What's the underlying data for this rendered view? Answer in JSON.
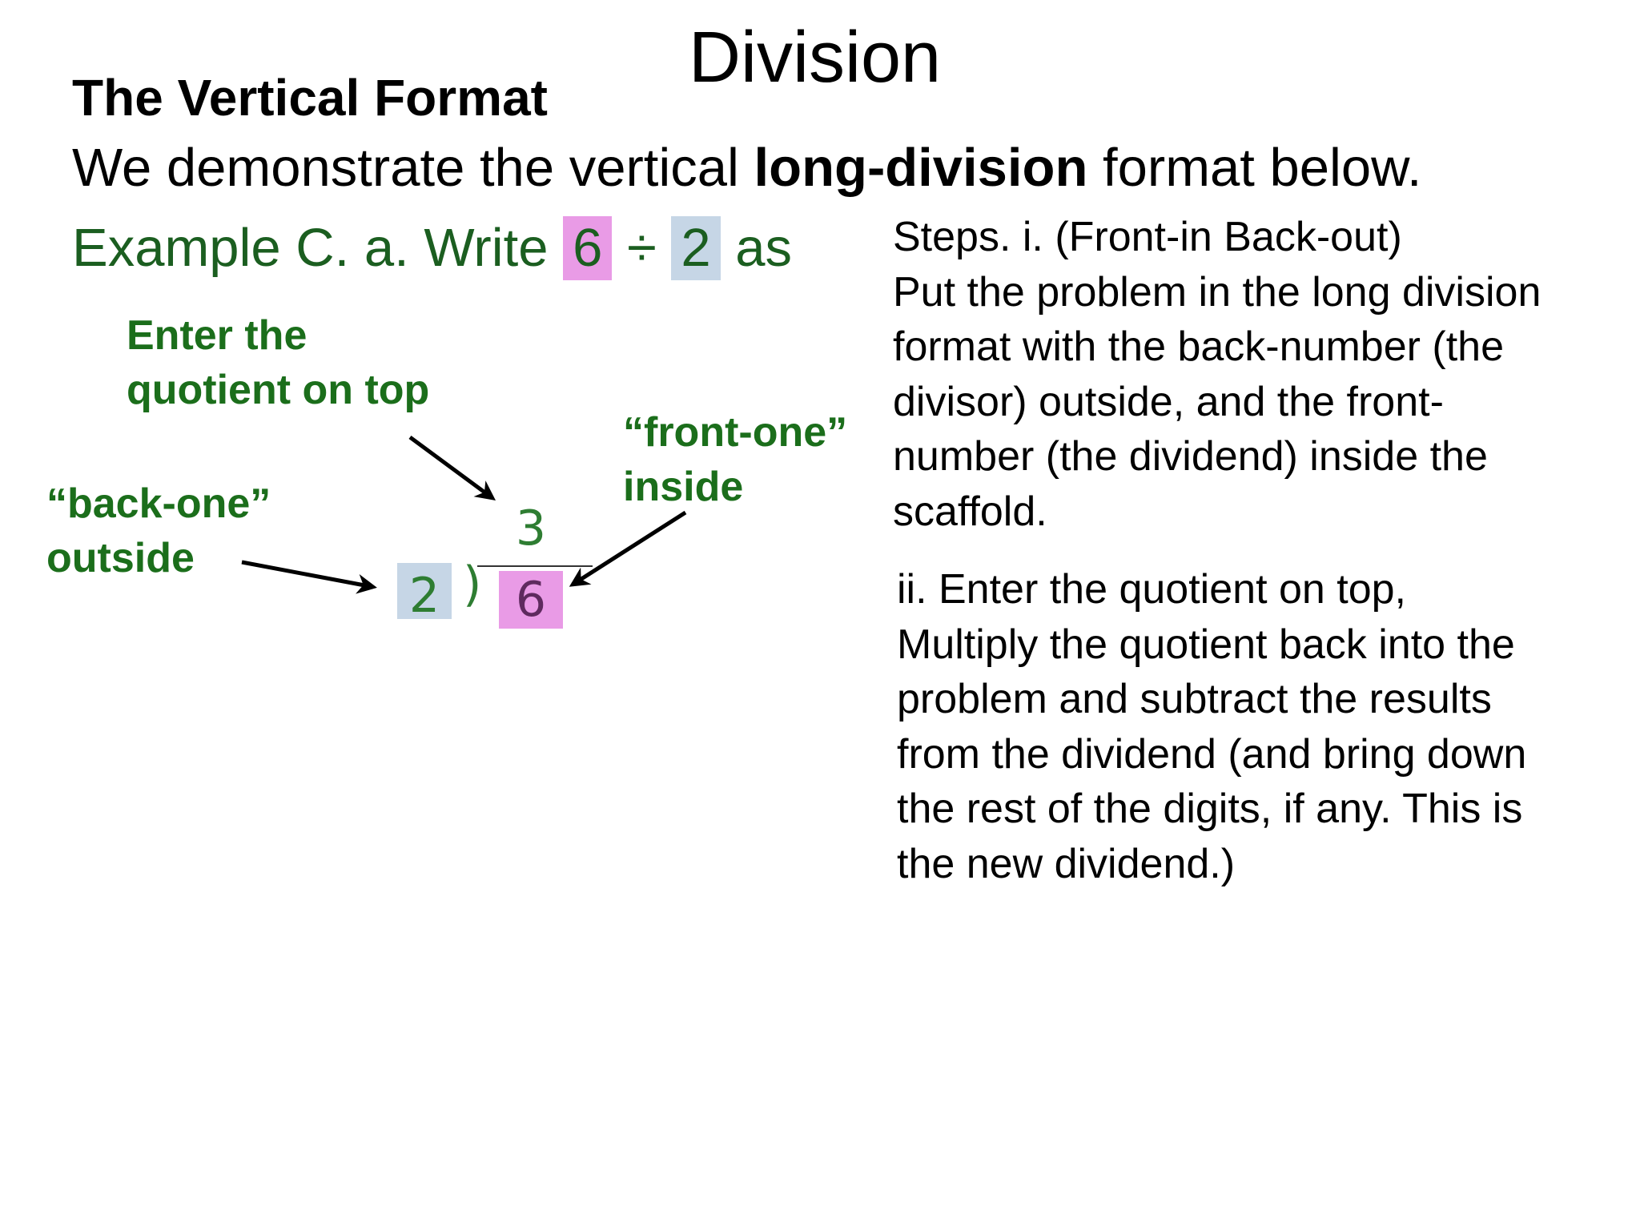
{
  "slide": {
    "title": "Division",
    "section_heading": "The Vertical Format",
    "intro": {
      "before": "We demonstrate the vertical ",
      "bold": "long-division",
      "after": " format below."
    },
    "example": {
      "prefix": "Example C. a. Write ",
      "dividend": "6",
      "operator": " ÷ ",
      "divisor": "2",
      "suffix": " as"
    }
  },
  "diagram": {
    "quotient": "3",
    "divisor": "2",
    "paren": ")",
    "dividend": "6"
  },
  "callouts": {
    "quotient_line1": "Enter the",
    "quotient_line2": "quotient on top",
    "front_line1": "“front-one”",
    "front_line2": "inside",
    "back_line1": "“back-one”",
    "back_line2": "outside"
  },
  "steps": {
    "step1_lines": [
      "Steps. i.  (Front-in Back-out)",
      "Put the problem in the long division",
      "format with the back-number (the",
      "divisor) outside, and the front-",
      "number (the dividend) inside the",
      "scaffold."
    ],
    "step2_lines": [
      "ii. Enter the quotient on top,",
      "Multiply the quotient back into the",
      "problem and subtract the results",
      "from the dividend (and bring down",
      "the rest of the digits, if any. This is",
      "the new dividend.)"
    ]
  },
  "colors": {
    "callout_green": "#1b6e1b",
    "example_green": "#1b5e20",
    "dividend_highlight": "#e99be6",
    "divisor_highlight": "#c6d6e6"
  }
}
